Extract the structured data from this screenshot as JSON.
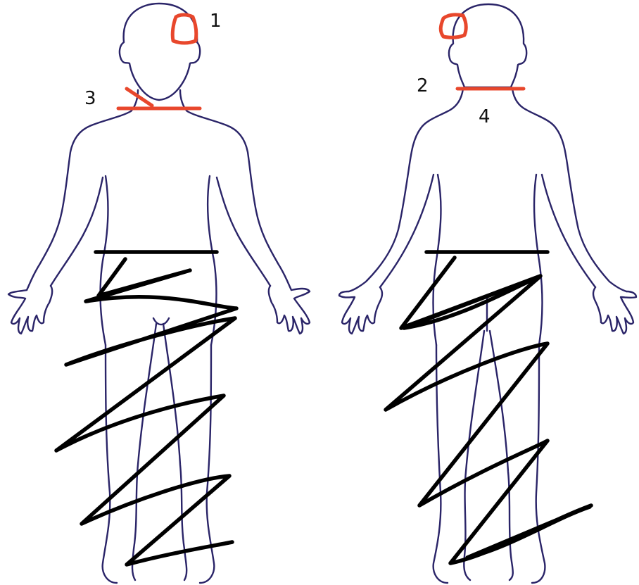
{
  "labels": {
    "label_1": "1",
    "label_2": "2",
    "label_3": "3",
    "label_4": "4"
  },
  "colors": {
    "outline": "#2a2468",
    "red_mark": "#e8472c",
    "black_mark": "#000000"
  }
}
